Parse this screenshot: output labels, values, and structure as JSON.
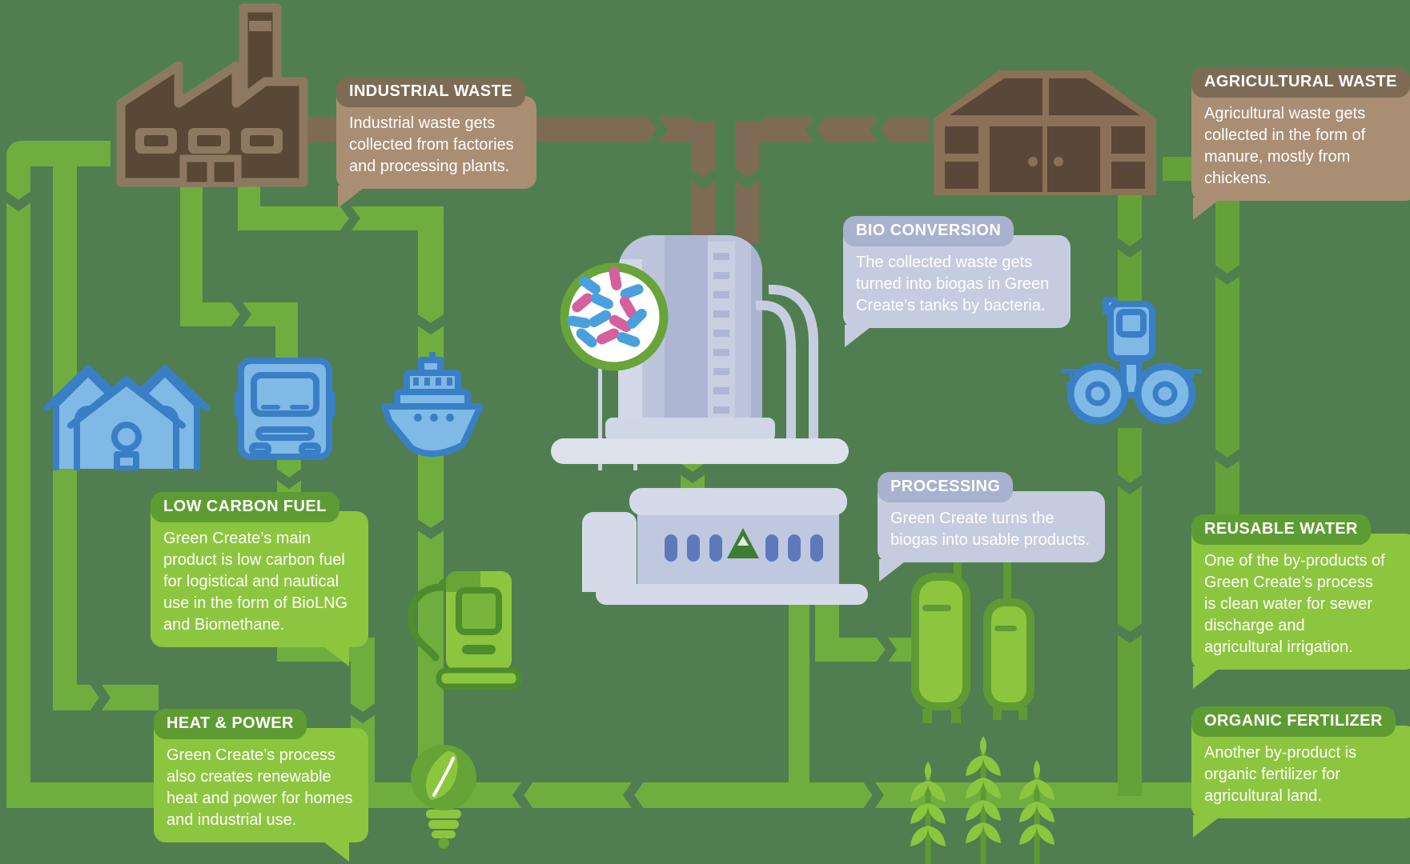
{
  "callouts": {
    "industrial_waste": {
      "title": "INDUSTRIAL WASTE",
      "body": "Industrial waste gets collected from factories and processing plants."
    },
    "agricultural_waste": {
      "title": "AGRICULTURAL WASTE",
      "body": "Agricultural waste gets collected in the form of manure, mostly from chickens."
    },
    "bio_conversion": {
      "title": "BIO CONVERSION",
      "body": "The collected waste gets turned into biogas in Green Create’s tanks by bacteria."
    },
    "processing": {
      "title": "PROCESSING",
      "body": "Green Create turns the biogas into usable products."
    },
    "low_carbon_fuel": {
      "title": "LOW CARBON FUEL",
      "body": "Green Create’s main product is low carbon fuel for logistical and nautical use in the form of BioLNG and Biomethane."
    },
    "heat_power": {
      "title": "HEAT & POWER",
      "body": "Green Create’s process also creates renewable heat and power for homes and industrial use."
    },
    "reusable_water": {
      "title": "REUSABLE WATER",
      "body": "One of the by-products of Green Create’s process is clean water for sewer discharge and agricultural irrigation."
    },
    "organic_fertilizer": {
      "title": "ORGANIC FERTILIZER",
      "body": "Another by-product is organic fertilizer for agricultural land."
    }
  },
  "icons": [
    "factory-icon",
    "barn-icon",
    "bioreactor-icon",
    "bacteria-icon",
    "processing-plant-icon",
    "houses-icon",
    "truck-icon",
    "ship-icon",
    "tractor-icon",
    "fuel-pump-icon",
    "leaf-bulb-icon",
    "storage-tanks-icon",
    "wheat-icon"
  ],
  "colors": {
    "background": "#507e50",
    "pipe_green": "#6fad3f",
    "pipe_brown": "#7e6b55",
    "callout_brown_header": "#7d6b55",
    "callout_brown_body": "#a98e74",
    "callout_blue_header": "#a8b1cd",
    "callout_blue_body": "#c6ccdf",
    "callout_green_header": "#5e9c33",
    "callout_green_body": "#8cc63f",
    "icon_blue_stroke": "#3a7fc6",
    "icon_blue_fill": "#7fb9e5",
    "icon_green_bright": "#8cc63f",
    "icon_green_dark": "#5f9a33",
    "tank_light": "#bcc5db",
    "bacteria_blue": "#4aa0dc",
    "bacteria_pink": "#d6609e"
  }
}
